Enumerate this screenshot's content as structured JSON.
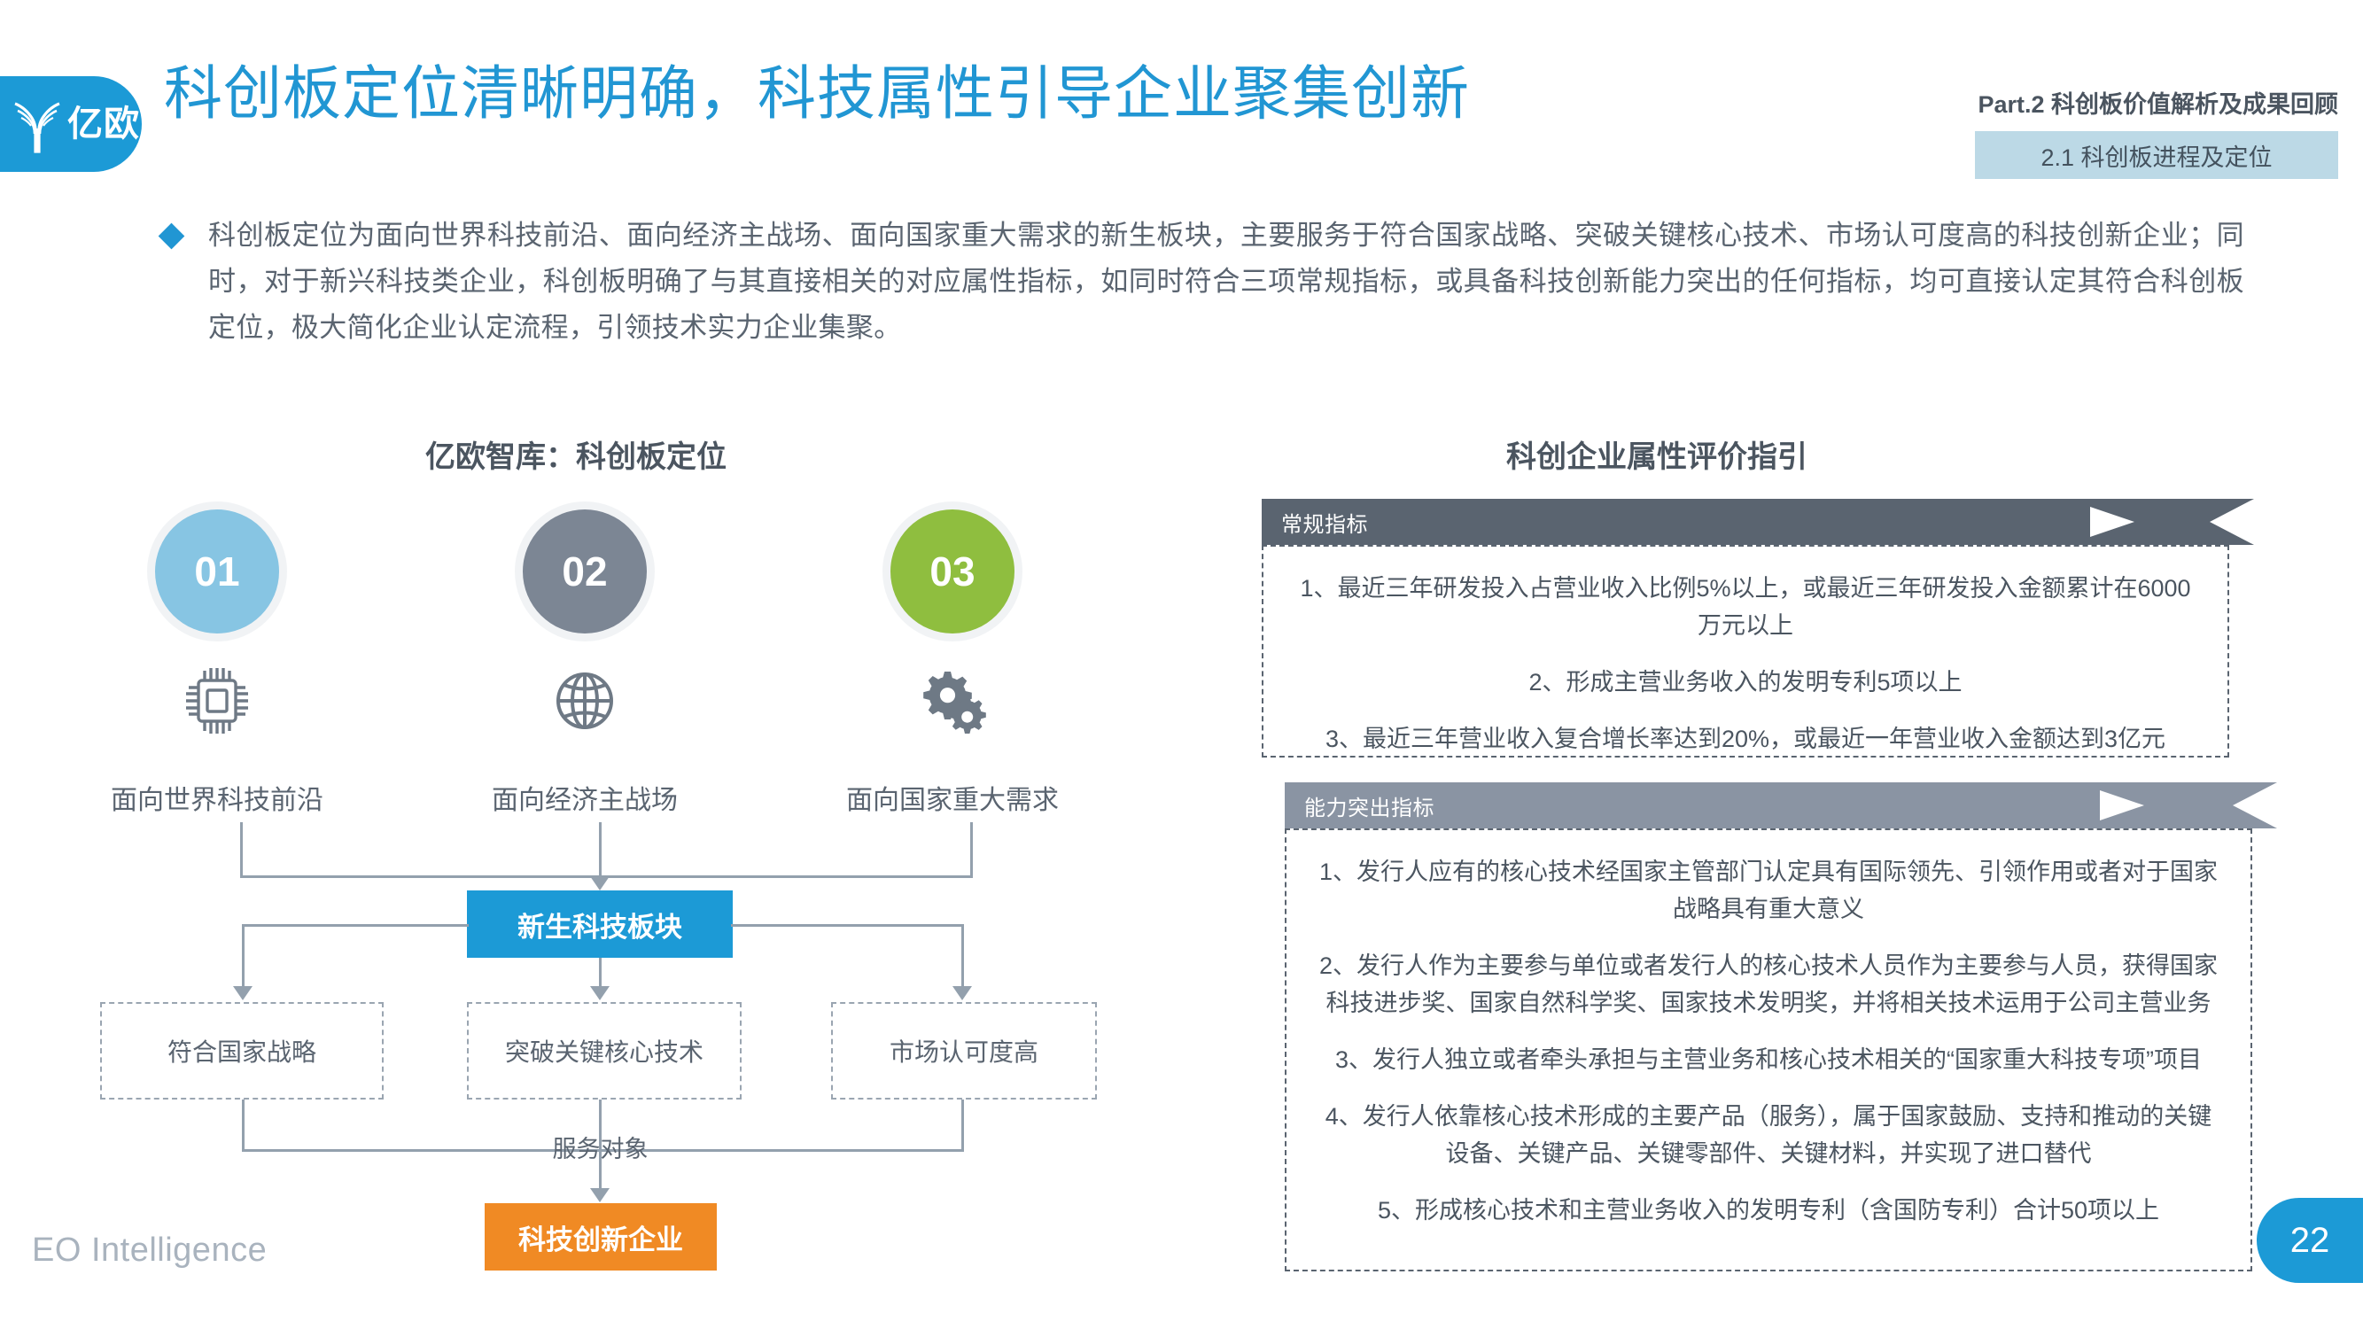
{
  "brand": {
    "logo_text": "亿欧",
    "logo_icon": "eo-tree-logo-icon",
    "footer_text": "EO Intelligence",
    "accent_blue": "#1c9ad6",
    "accent_orange": "#f08a24",
    "accent_green": "#8fbe3f",
    "accent_gray": "#7c8694",
    "accent_lightblue": "#87c5e3"
  },
  "header": {
    "title": "科创板定位清晰明确，科技属性引导企业聚集创新",
    "part_label": "Part.2 科创板价值解析及成果回顾",
    "section_chip": "2.1 科创板进程及定位"
  },
  "bullet": {
    "marker": "diamond-bullet-icon",
    "text": "科创板定位为面向世界科技前沿、面向经济主战场、面向国家重大需求的新生板块，主要服务于符合国家战略、突破关键核心技术、市场认可度高的科技创新企业；同时，对于新兴科技类企业，科创板明确了与其直接相关的对应属性指标，如同时符合三项常规指标，或具备科技创新能力突出的任何指标，均可直接认定其符合科创板定位，极大简化企业认定流程，引领技术实力企业集聚。"
  },
  "left_panel": {
    "heading": "亿欧智库：科创板定位",
    "pillars": [
      {
        "number": "01",
        "icon": "chip-icon",
        "label": "面向世界科技前沿",
        "color": "#87c5e3"
      },
      {
        "number": "02",
        "icon": "globe-icon",
        "label": "面向经济主战场",
        "color": "#7c8694"
      },
      {
        "number": "03",
        "icon": "gears-icon",
        "label": "面向国家重大需求",
        "color": "#8fbe3f"
      }
    ],
    "hub_box": "新生科技板块",
    "criteria": [
      "符合国家战略",
      "突破关键核心技术",
      "市场认可度高"
    ],
    "connector_label": "服务对象",
    "target_box": "科技创新企业"
  },
  "right_panel": {
    "heading": "科创企业属性评价指引",
    "groups": [
      {
        "ribbon": "常规指标",
        "ribbon_color": "#5a6470",
        "items": [
          "1、最近三年研发投入占营业收入比例5%以上，或最近三年研发投入金额累计在6000万元以上",
          "2、形成主营业务收入的发明专利5项以上",
          "3、最近三年营业收入复合增长率达到20%，或最近一年营业收入金额达到3亿元"
        ]
      },
      {
        "ribbon": "能力突出指标",
        "ribbon_color": "#8a94a3",
        "items": [
          "1、发行人应有的核心技术经国家主管部门认定具有国际领先、引领作用或者对于国家战略具有重大意义",
          "2、发行人作为主要参与单位或者发行人的核心技术人员作为主要参与人员，获得国家科技进步奖、国家自然科学奖、国家技术发明奖，并将相关技术运用于公司主营业务",
          "3、发行人独立或者牵头承担与主营业务和核心技术相关的“国家重大科技专项”项目",
          "4、发行人依靠核心技术形成的主要产品（服务），属于国家鼓励、支持和推动的关键设备、关键产品、关键零部件、关键材料，并实现了进口替代",
          "5、形成核心技术和主营业务收入的发明专利（含国防专利）合计50项以上"
        ]
      }
    ]
  },
  "footer": {
    "page_number": "22"
  }
}
